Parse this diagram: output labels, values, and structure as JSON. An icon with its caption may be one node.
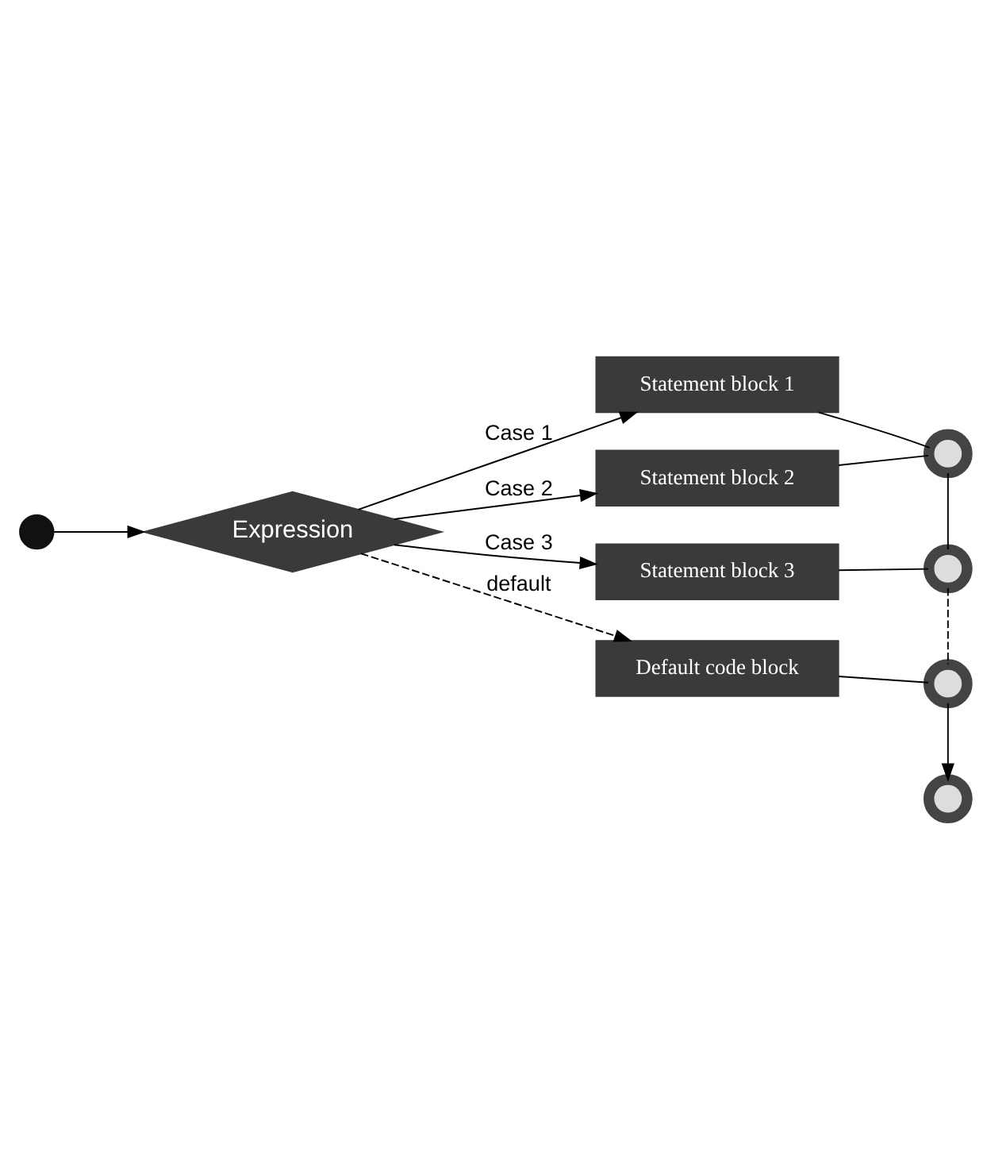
{
  "diagram": {
    "nodes": [
      {
        "text": [],
        "shape": "circle"
      },
      {
        "text": [
          "Expression"
        ]
      },
      {
        "text": [
          "Statement block 1"
        ]
      },
      {
        "text": [
          "Statement block 2"
        ]
      },
      {
        "text": [
          "Statement block 3"
        ]
      },
      {
        "text": [
          "Default code block"
        ]
      },
      {
        "text": [],
        "shape": "circle"
      },
      {
        "text": [],
        "shape": "circle"
      },
      {
        "text": [],
        "shape": "circle"
      },
      {
        "text": [],
        "shape": "circle"
      }
    ],
    "edges": [
      {
        "from": 0,
        "to": 1,
        "arrow": "to"
      },
      {
        "from": 1,
        "to": 2,
        "arrow": "to",
        "label": "Case 1"
      },
      {
        "from": 1,
        "to": 3,
        "arrow": "to",
        "label": "Case 2"
      },
      {
        "from": 1,
        "to": 4,
        "arrow": "to",
        "label": "Case 3"
      },
      {
        "from": 1,
        "to": 5,
        "arrow": "to",
        "label": "default",
        "style": "dashed"
      },
      {
        "from": 2,
        "to": 6,
        "arrow": "none"
      },
      {
        "from": 3,
        "to": 6,
        "arrow": "none"
      },
      {
        "from": 6,
        "to": 7,
        "arrow": "none"
      },
      {
        "from": 4,
        "to": 7,
        "arrow": "none"
      },
      {
        "from": 7,
        "to": 8,
        "arrow": "none",
        "style": "dashed"
      },
      {
        "from": 5,
        "to": 8,
        "arrow": "none"
      },
      {
        "from": 8,
        "to": 9,
        "arrow": "to"
      }
    ]
  }
}
